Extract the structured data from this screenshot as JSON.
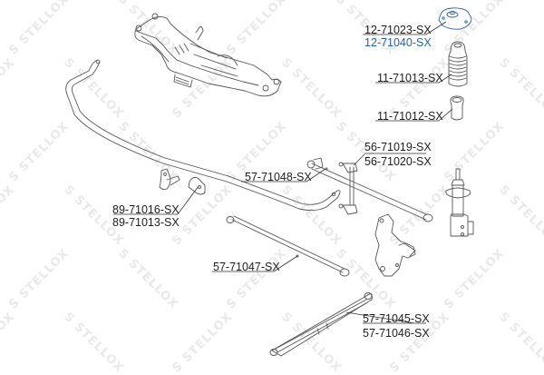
{
  "diagram": {
    "type": "exploded-parts-diagram",
    "subject": "rear suspension",
    "watermark": "STELLOX",
    "colors": {
      "line": "#555555",
      "label": "#1e1e1e",
      "highlight": "#2a64a8",
      "watermark": "#e9e9e9"
    }
  },
  "parts": [
    {
      "id": "p1",
      "label": "12-71023-SX",
      "part": "strut-top-mount",
      "highlighted": false
    },
    {
      "id": "p2",
      "label": "12-71040-SX",
      "part": "strut-top-mount",
      "highlighted": true
    },
    {
      "id": "p3",
      "label": "11-71013-SX",
      "part": "dust-boot",
      "highlighted": false
    },
    {
      "id": "p4",
      "label": "11-71012-SX",
      "part": "bump-stop",
      "highlighted": false
    },
    {
      "id": "p5",
      "label": "56-71019-SX",
      "part": "stabilizer-link",
      "highlighted": false
    },
    {
      "id": "p6",
      "label": "56-71020-SX",
      "part": "stabilizer-link",
      "highlighted": false
    },
    {
      "id": "p7",
      "label": "57-71048-SX",
      "part": "control-arm-upper",
      "highlighted": false
    },
    {
      "id": "p8",
      "label": "89-71016-SX",
      "part": "stabilizer-bushing",
      "highlighted": false
    },
    {
      "id": "p9",
      "label": "89-71013-SX",
      "part": "stabilizer-bushing",
      "highlighted": false
    },
    {
      "id": "p10",
      "label": "57-71047-SX",
      "part": "control-arm-lower",
      "highlighted": false
    },
    {
      "id": "p11",
      "label": "57-71045-SX",
      "part": "trailing-arm",
      "highlighted": false
    },
    {
      "id": "p12",
      "label": "57-71046-SX",
      "part": "trailing-arm",
      "highlighted": false
    }
  ]
}
